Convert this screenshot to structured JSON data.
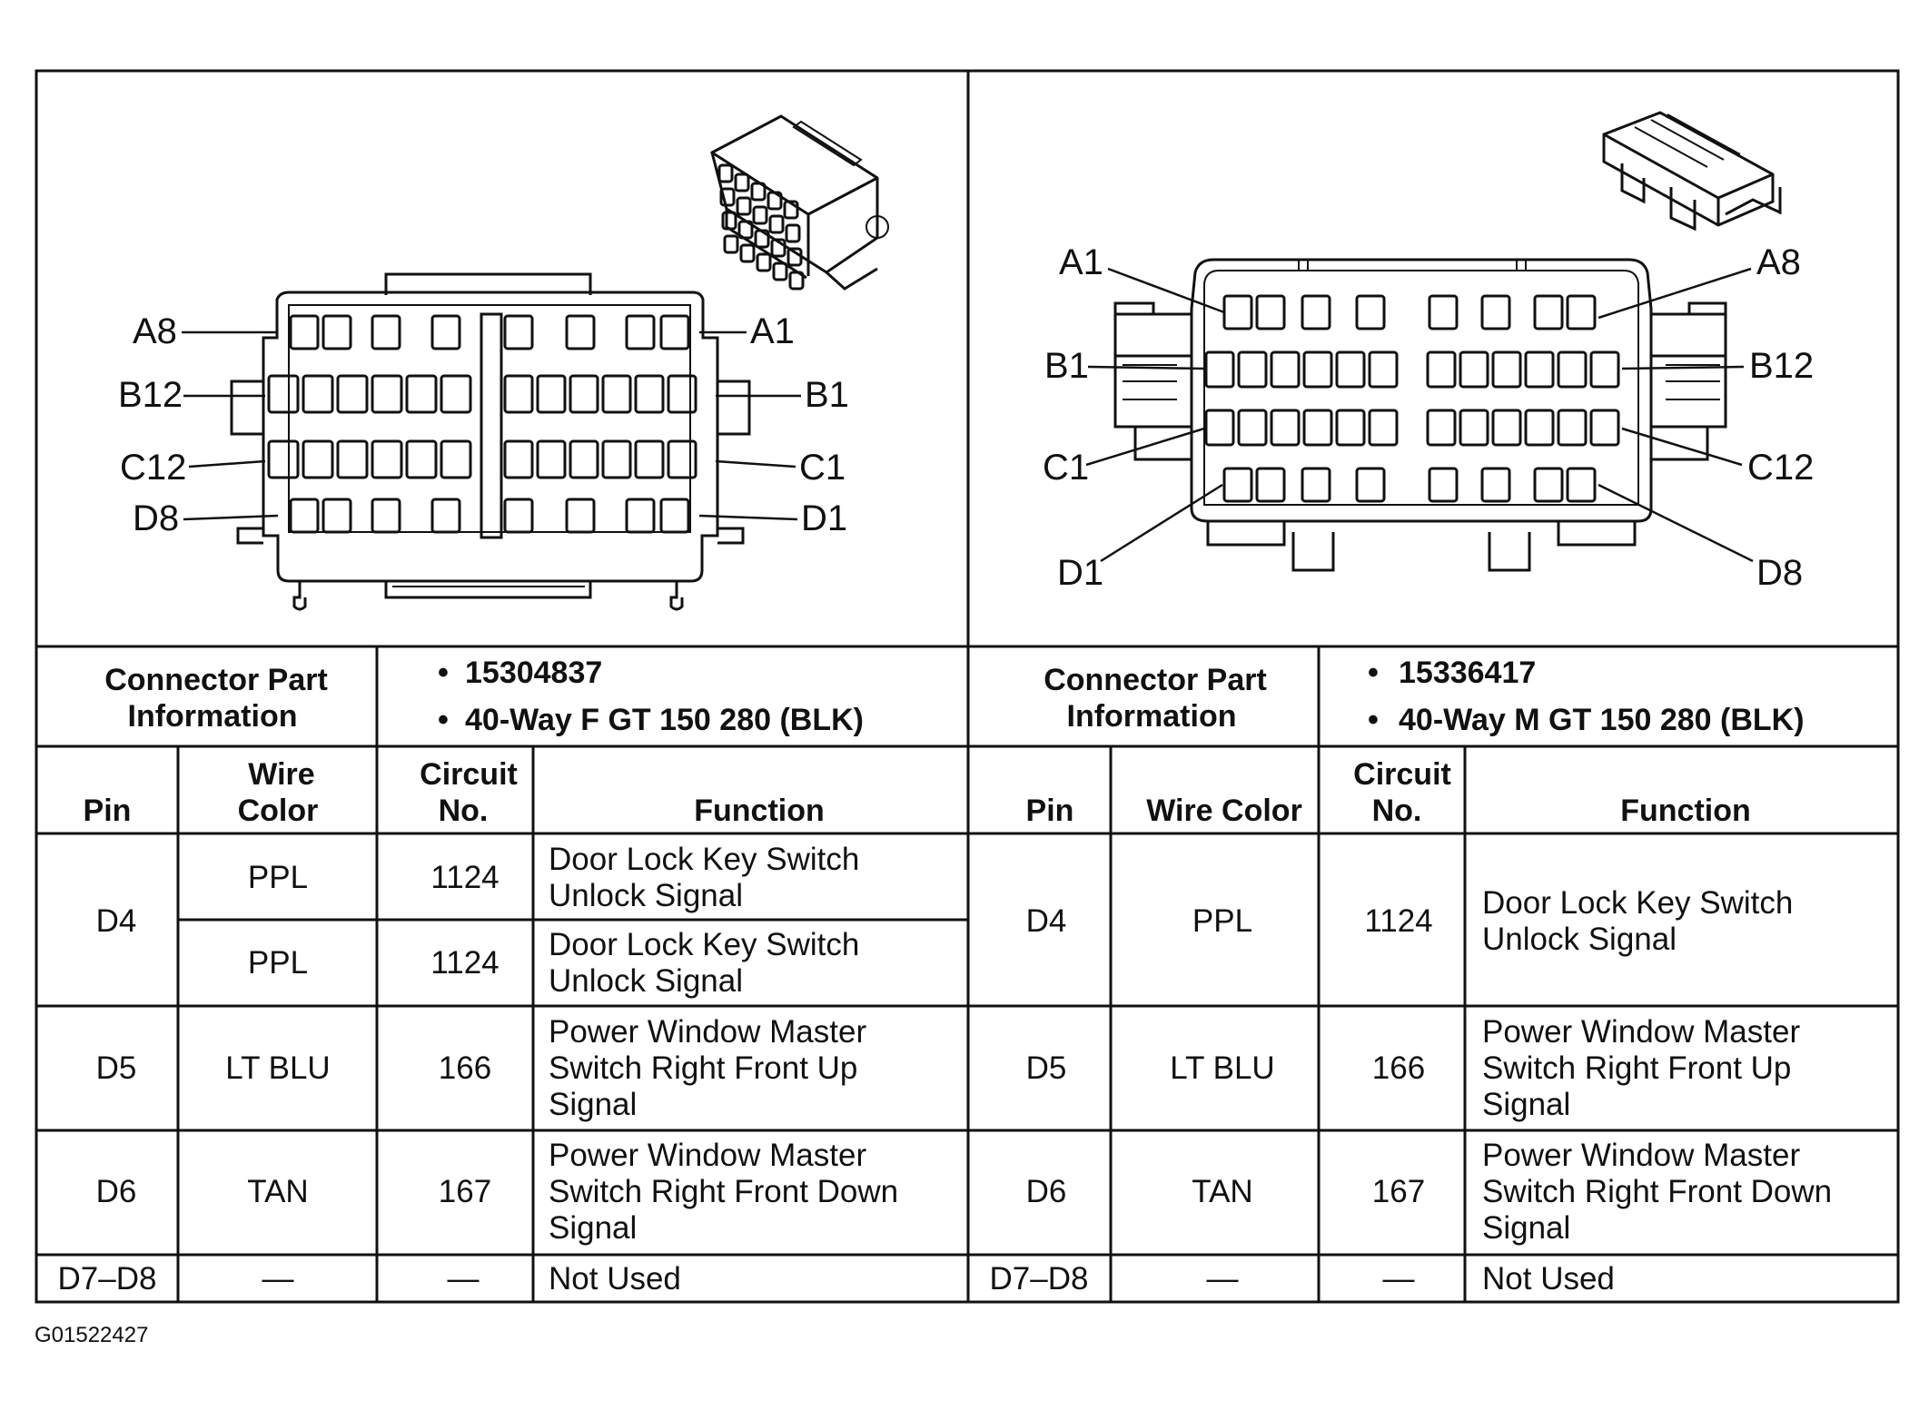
{
  "figure_id": "G01522427",
  "left": {
    "pins": {
      "a_first": "A8",
      "a_last": "A1",
      "b_first": "B12",
      "b_last": "B1",
      "c_first": "C12",
      "c_last": "C1",
      "d_first": "D8",
      "d_last": "D1"
    },
    "info_label_1": "Connector Part",
    "info_label_2": "Information",
    "info_1": "15304837",
    "info_2": "40-Way F GT 150 280 (BLK)",
    "bullet": "•",
    "headers": {
      "pin": "Pin",
      "wire_1": "Wire",
      "wire_2": "Color",
      "circuit_1": "Circuit",
      "circuit_2": "No.",
      "function": "Function"
    },
    "rows": [
      {
        "pin": "D4",
        "sub": [
          {
            "color": "PPL",
            "circuit": "1124",
            "f1": "Door Lock Key Switch",
            "f2": "Unlock Signal"
          },
          {
            "color": "PPL",
            "circuit": "1124",
            "f1": "Door Lock Key Switch",
            "f2": "Unlock Signal"
          }
        ]
      },
      {
        "pin": "D5",
        "color": "LT BLU",
        "circuit": "166",
        "f1": "Power Window Master",
        "f2": "Switch Right Front Up",
        "f3": "Signal"
      },
      {
        "pin": "D6",
        "color": "TAN",
        "circuit": "167",
        "f1": "Power Window Master",
        "f2": "Switch Right Front Down",
        "f3": "Signal"
      },
      {
        "pin": "D7–D8",
        "color": "—",
        "circuit": "—",
        "f1": "Not Used"
      }
    ]
  },
  "right": {
    "pins": {
      "a_first": "A1",
      "a_last": "A8",
      "b_first": "B1",
      "b_last": "B12",
      "c_first": "C1",
      "c_last": "C12",
      "d_first": "D1",
      "d_last": "D8"
    },
    "info_label_1": "Connector Part",
    "info_label_2": "Information",
    "info_1": "15336417",
    "info_2": "40-Way M GT 150 280 (BLK)",
    "bullet": "•",
    "headers": {
      "pin": "Pin",
      "wire": "Wire Color",
      "circuit_1": "Circuit",
      "circuit_2": "No.",
      "function": "Function"
    },
    "rows": [
      {
        "pin": "D4",
        "color": "PPL",
        "circuit": "1124",
        "f1": "Door Lock Key Switch",
        "f2": "Unlock Signal"
      },
      {
        "pin": "D5",
        "color": "LT BLU",
        "circuit": "166",
        "f1": "Power Window Master",
        "f2": "Switch Right Front Up",
        "f3": "Signal"
      },
      {
        "pin": "D6",
        "color": "TAN",
        "circuit": "167",
        "f1": "Power Window Master",
        "f2": "Switch Right Front Down",
        "f3": "Signal"
      },
      {
        "pin": "D7–D8",
        "color": "—",
        "circuit": "—",
        "f1": "Not Used"
      }
    ]
  }
}
